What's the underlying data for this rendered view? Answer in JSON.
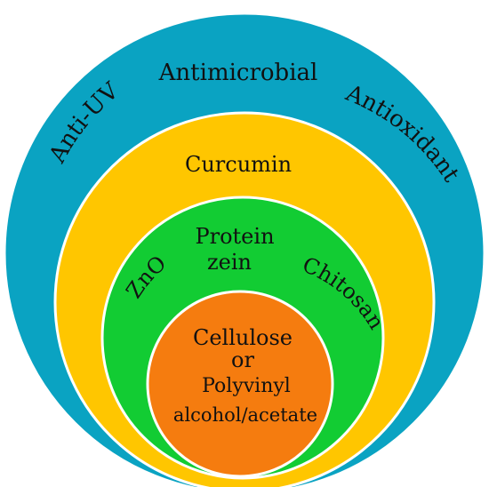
{
  "colors": {
    "outer": "#0aa3c2",
    "second": "#ffc600",
    "third": "#12cc33",
    "inner": "#f57c0f",
    "ring_border": "#ffffff",
    "text": "#111111"
  },
  "rings": {
    "outer": {
      "top": "Antimicrobial",
      "left": "Anti-UV",
      "right": "Antioxidant"
    },
    "second": {
      "label": "Curcumin"
    },
    "third": {
      "top_line1": "Protein",
      "top_line2": "zein",
      "left": "ZnO",
      "right": "Chitosan"
    },
    "inner": {
      "line1": "Cellulose",
      "line2": "or",
      "line3": "Polyvinyl",
      "line4": "alcohol/acetate"
    }
  }
}
